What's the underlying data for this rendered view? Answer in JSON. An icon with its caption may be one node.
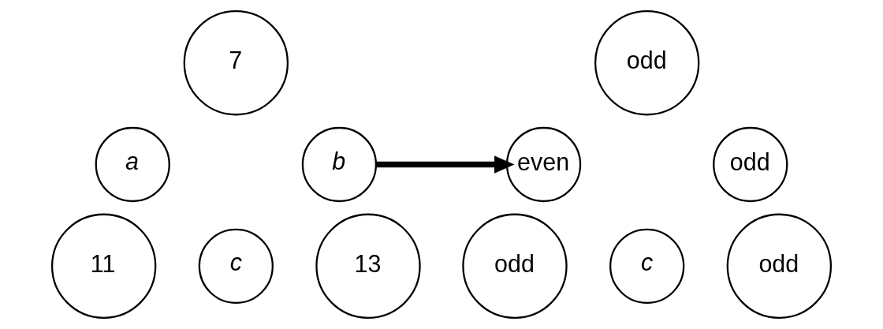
{
  "diagram": {
    "nodes": [
      {
        "text": [
          "7"
        ]
      },
      {
        "text": [
          "a"
        ]
      },
      {
        "text": [
          "b"
        ]
      },
      {
        "text": [
          "11"
        ]
      },
      {
        "text": [
          "c"
        ]
      },
      {
        "text": [
          "13"
        ]
      },
      {
        "text": [
          "odd"
        ]
      },
      {
        "text": [
          "even"
        ]
      },
      {
        "text": [
          "odd"
        ]
      },
      {
        "text": [
          "odd"
        ]
      },
      {
        "text": [
          "c"
        ]
      },
      {
        "text": [
          "odd"
        ]
      }
    ],
    "edges": [
      {
        "from": 2,
        "to": 7,
        "arrow": "to"
      }
    ]
  }
}
